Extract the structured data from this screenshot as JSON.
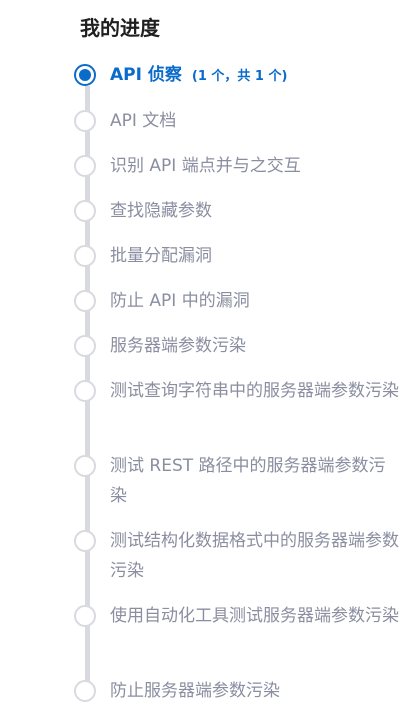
{
  "title": "我的进度",
  "steps": [
    {
      "label": "API 侦察",
      "count": "(1 个，共 1 个)",
      "active": true
    },
    {
      "label": "API 文档"
    },
    {
      "label": "识别 API 端点并与之交互"
    },
    {
      "label": "查找隐藏参数"
    },
    {
      "label": "批量分配漏洞"
    },
    {
      "label": "防止 API 中的漏洞"
    },
    {
      "label": "服务器端参数污染"
    },
    {
      "label": "测试查询字符串中的服务器端参数污染"
    },
    {
      "label": "测试 REST 路径中的服务器端参数污染"
    },
    {
      "label": "测试结构化数据格式中的服务器端参数污染"
    },
    {
      "label": "使用自动化工具测试服务器端参数污染"
    },
    {
      "label": "防止服务器端参数污染"
    }
  ],
  "colors": {
    "accent": "#0b6bcb",
    "inactive_text": "#8a8ea0",
    "track": "#d9d9e0"
  }
}
